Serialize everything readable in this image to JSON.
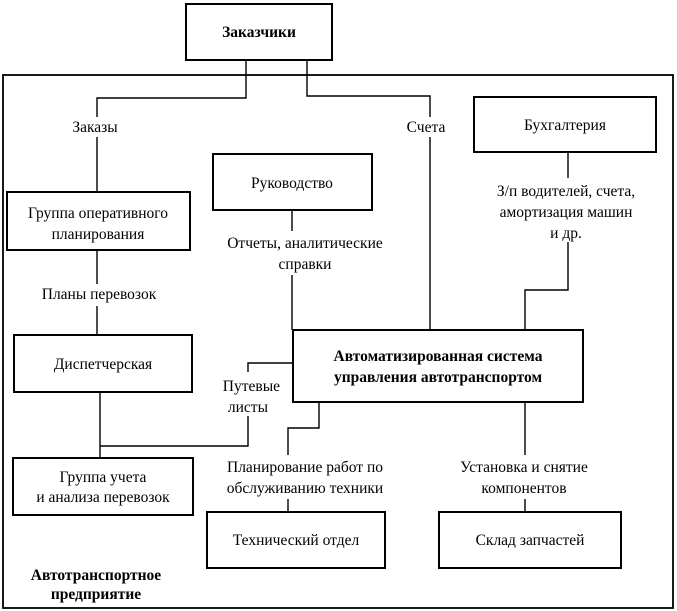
{
  "nodes": {
    "customers": "Заказчики",
    "accounting": "Бухгалтерия",
    "management": "Руководство",
    "planning_group": [
      "Группа оперативного",
      "планирования"
    ],
    "dispatch": "Диспетчерская",
    "accounting_group": [
      "Группа учета",
      "и анализа перевозок"
    ],
    "acs": [
      "Автоматизированная система",
      "управления автотранспортом"
    ],
    "tech_dept": "Технический отдел",
    "warehouse": "Склад запчастей"
  },
  "labels": {
    "orders": "Заказы",
    "invoices": "Счета",
    "salary": [
      "З/п водителей, счета,",
      "амортизация машин",
      "и др."
    ],
    "reports": [
      "Отчеты, аналитические",
      "справки"
    ],
    "transport_plans": "Планы перевозок",
    "waybills": [
      "Путевые",
      "листы"
    ],
    "maintenance": [
      "Планирование работ по",
      "обслуживанию техники"
    ],
    "components": [
      "Установка и снятие",
      "компонентов"
    ]
  },
  "enterprise_label": [
    "Автотранспортное",
    "предприятие"
  ]
}
